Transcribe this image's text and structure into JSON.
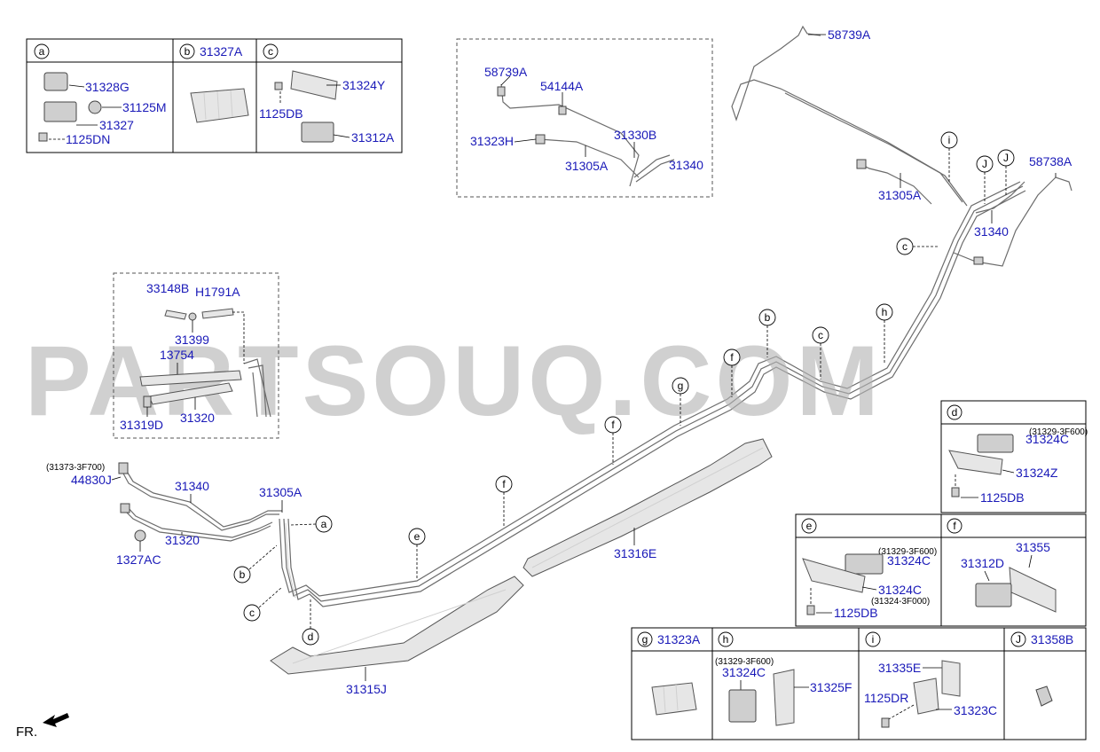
{
  "watermark": "PARTSOUQ.COM",
  "front_label": "FR.",
  "inset_headers": {
    "a": "a",
    "b": "b",
    "b_part": "31327A",
    "c": "c",
    "d": "d",
    "e": "e",
    "f": "f",
    "g": "g",
    "g_part": "31323A",
    "h": "h",
    "i": "i",
    "j": "J",
    "j_part": "31358B"
  },
  "callouts": {
    "c1": "c",
    "i1": "i",
    "j1": "J",
    "j2": "J",
    "b1": "b",
    "c2": "c",
    "h1": "h",
    "f1": "f",
    "g1": "g",
    "f2": "f",
    "f3": "f",
    "e1": "e",
    "a1": "a",
    "b2": "b",
    "c3": "c",
    "d1": "d"
  },
  "parts": {
    "p_31328G": "31328G",
    "p_31125M": "31125M",
    "p_31327": "31327",
    "p_1125DN": "1125DN",
    "p_31324Y": "31324Y",
    "p_1125DB_c": "1125DB",
    "p_31312A": "31312A",
    "p_58739A_top": "58739A",
    "p_58739A_box": "58739A",
    "p_54144A": "54144A",
    "p_31323H": "31323H",
    "p_31330B": "31330B",
    "p_31305A_box": "31305A",
    "p_31340_box": "31340",
    "p_31305A_r": "31305A",
    "p_31340_r": "31340",
    "p_58738A": "58738A",
    "p_33148B": "33148B",
    "p_H1791A": "H1791A",
    "p_31399": "31399",
    "p_13754": "13754",
    "p_31319D": "31319D",
    "p_31320_box": "31320",
    "p_44830J_note": "(31373-3F700)",
    "p_44830J": "44830J",
    "p_31340_l": "31340",
    "p_31305A_l": "31305A",
    "p_31320_l": "31320",
    "p_1327AC": "1327AC",
    "p_31316E": "31316E",
    "p_31315J": "31315J",
    "p_d_note": "(31329-3F600)",
    "p_31324C_d": "31324C",
    "p_31324Z": "31324Z",
    "p_1125DB_d": "1125DB",
    "p_e_note1": "(31329-3F600)",
    "p_31324C_e1": "31324C",
    "p_31324C_e2": "31324C",
    "p_e_note2": "(31324-3F000)",
    "p_1125DB_e": "1125DB",
    "p_31355": "31355",
    "p_31312D": "31312D",
    "p_h_note": "(31329-3F600)",
    "p_31324C_h": "31324C",
    "p_31325F": "31325F",
    "p_31335E": "31335E",
    "p_1125DR": "1125DR",
    "p_31323C": "31323C"
  }
}
